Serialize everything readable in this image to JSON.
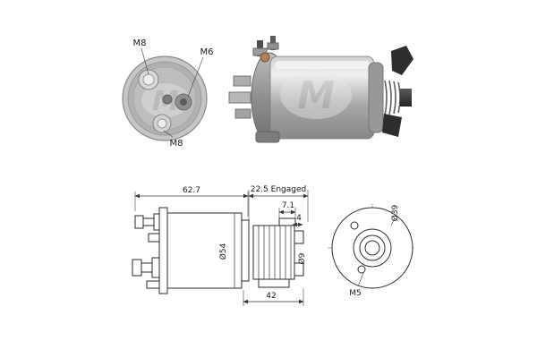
{
  "watermark": "M",
  "terminal_view": {
    "label_m8_top": "M8",
    "label_m6": "M6",
    "label_m8_bottom": "M8"
  },
  "side_view": {
    "dim_length": "62.7",
    "dim_diameter": "Ø54",
    "dim_base": "42"
  },
  "plunger_view": {
    "dim_engaged": "22.5 Engaged",
    "dim_7_1": "7.1",
    "dim_4": "4",
    "dim_diameter": "Ø9"
  },
  "end_view": {
    "dim_diameter": "Ø39",
    "label_thread": "M5"
  }
}
